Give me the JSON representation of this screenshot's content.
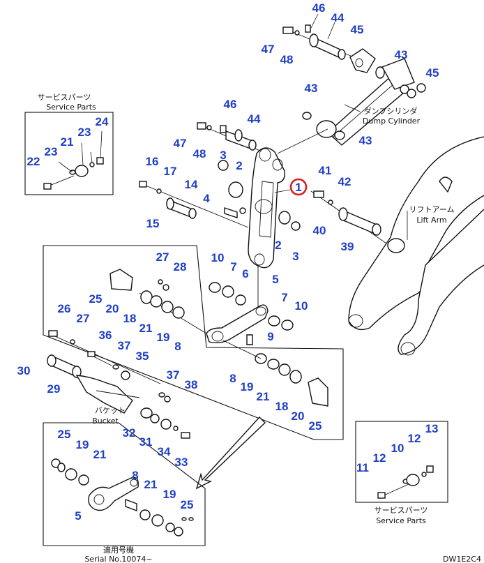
{
  "colors": {
    "callout": "#1f3fc4",
    "highlight": "#d42020",
    "ink": "#111111"
  },
  "labels": {
    "service_parts_jp_1": "サービスパーツ",
    "service_parts_en_1": "Service Parts",
    "dump_cyl_jp": "ダンプシリンダ",
    "dump_cyl_en": "Dump Cylinder",
    "lift_arm_jp": "リフトアーム",
    "lift_arm_en": "Lift Arm",
    "bucket_jp": "バケット",
    "bucket_en": "Bucket",
    "service_parts_jp_2": "サービスパーツ",
    "service_parts_en_2": "Service Parts",
    "applicable_jp": "適用号機",
    "serial": "Serial No.10074~",
    "drawing_code": "DW1E2C4"
  },
  "callouts": [
    {
      "id": "c46a",
      "text": "46"
    },
    {
      "id": "c44a",
      "text": "44"
    },
    {
      "id": "c45a",
      "text": "45"
    },
    {
      "id": "c47a",
      "text": "47"
    },
    {
      "id": "c48a",
      "text": "48"
    },
    {
      "id": "c43a",
      "text": "43"
    },
    {
      "id": "c45b",
      "text": "45"
    },
    {
      "id": "c43b",
      "text": "43"
    },
    {
      "id": "c43c",
      "text": "43"
    },
    {
      "id": "c46b",
      "text": "46"
    },
    {
      "id": "c44b",
      "text": "44"
    },
    {
      "id": "c47b",
      "text": "47"
    },
    {
      "id": "c48b",
      "text": "48"
    },
    {
      "id": "c3a",
      "text": "3"
    },
    {
      "id": "c2a",
      "text": "2"
    },
    {
      "id": "c24",
      "text": "24"
    },
    {
      "id": "c23a",
      "text": "23"
    },
    {
      "id": "c21a",
      "text": "21"
    },
    {
      "id": "c23b",
      "text": "23"
    },
    {
      "id": "c22",
      "text": "22"
    },
    {
      "id": "c16",
      "text": "16"
    },
    {
      "id": "c17",
      "text": "17"
    },
    {
      "id": "c14",
      "text": "14"
    },
    {
      "id": "c15",
      "text": "15"
    },
    {
      "id": "c4",
      "text": "4"
    },
    {
      "id": "c1",
      "text": "1"
    },
    {
      "id": "c41",
      "text": "41"
    },
    {
      "id": "c42",
      "text": "42"
    },
    {
      "id": "c40",
      "text": "40"
    },
    {
      "id": "c39",
      "text": "39"
    },
    {
      "id": "c2b",
      "text": "2"
    },
    {
      "id": "c3b",
      "text": "3"
    },
    {
      "id": "c10a",
      "text": "10"
    },
    {
      "id": "c7a",
      "text": "7"
    },
    {
      "id": "c6",
      "text": "6"
    },
    {
      "id": "c27a",
      "text": "27"
    },
    {
      "id": "c28",
      "text": "28"
    },
    {
      "id": "c25a",
      "text": "25"
    },
    {
      "id": "c20a",
      "text": "20"
    },
    {
      "id": "c18a",
      "text": "18"
    },
    {
      "id": "c21b",
      "text": "21"
    },
    {
      "id": "c19a",
      "text": "19"
    },
    {
      "id": "c8a",
      "text": "8"
    },
    {
      "id": "c5a",
      "text": "5"
    },
    {
      "id": "c7b",
      "text": "7"
    },
    {
      "id": "c10b",
      "text": "10"
    },
    {
      "id": "c9",
      "text": "9"
    },
    {
      "id": "c26",
      "text": "26"
    },
    {
      "id": "c27b",
      "text": "27"
    },
    {
      "id": "c36",
      "text": "36"
    },
    {
      "id": "c37a",
      "text": "37"
    },
    {
      "id": "c35",
      "text": "35"
    },
    {
      "id": "c30",
      "text": "30"
    },
    {
      "id": "c29",
      "text": "29"
    },
    {
      "id": "c37b",
      "text": "37"
    },
    {
      "id": "c38",
      "text": "38"
    },
    {
      "id": "c8b",
      "text": "8"
    },
    {
      "id": "c19b",
      "text": "19"
    },
    {
      "id": "c21c",
      "text": "21"
    },
    {
      "id": "c18b",
      "text": "18"
    },
    {
      "id": "c20b",
      "text": "20"
    },
    {
      "id": "c25b",
      "text": "25"
    },
    {
      "id": "c32",
      "text": "32"
    },
    {
      "id": "c31",
      "text": "31"
    },
    {
      "id": "c34",
      "text": "34"
    },
    {
      "id": "c33",
      "text": "33"
    },
    {
      "id": "c25c",
      "text": "25"
    },
    {
      "id": "c19c",
      "text": "19"
    },
    {
      "id": "c21d",
      "text": "21"
    },
    {
      "id": "c8c",
      "text": "8"
    },
    {
      "id": "c21e",
      "text": "21"
    },
    {
      "id": "c19d",
      "text": "19"
    },
    {
      "id": "c25d",
      "text": "25"
    },
    {
      "id": "c5b",
      "text": "5"
    },
    {
      "id": "c13",
      "text": "13"
    },
    {
      "id": "c12a",
      "text": "12"
    },
    {
      "id": "c10c",
      "text": "10"
    },
    {
      "id": "c12b",
      "text": "12"
    },
    {
      "id": "c11",
      "text": "11"
    }
  ]
}
